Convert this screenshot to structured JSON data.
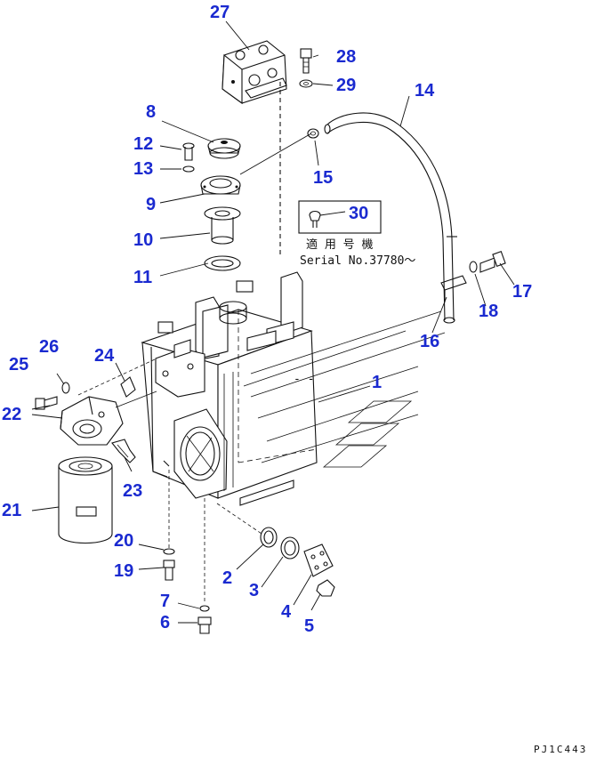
{
  "diagram": {
    "callouts": [
      "1",
      "2",
      "3",
      "4",
      "5",
      "6",
      "7",
      "8",
      "9",
      "10",
      "11",
      "12",
      "13",
      "14",
      "15",
      "16",
      "17",
      "18",
      "19",
      "20",
      "21",
      "22",
      "23",
      "24",
      "25",
      "26",
      "27",
      "28",
      "29",
      "30"
    ],
    "serial_note": {
      "label_jp": "適 用 号 機",
      "serial": "Serial No.37780～"
    },
    "drawing_code": "PJ1C443"
  }
}
